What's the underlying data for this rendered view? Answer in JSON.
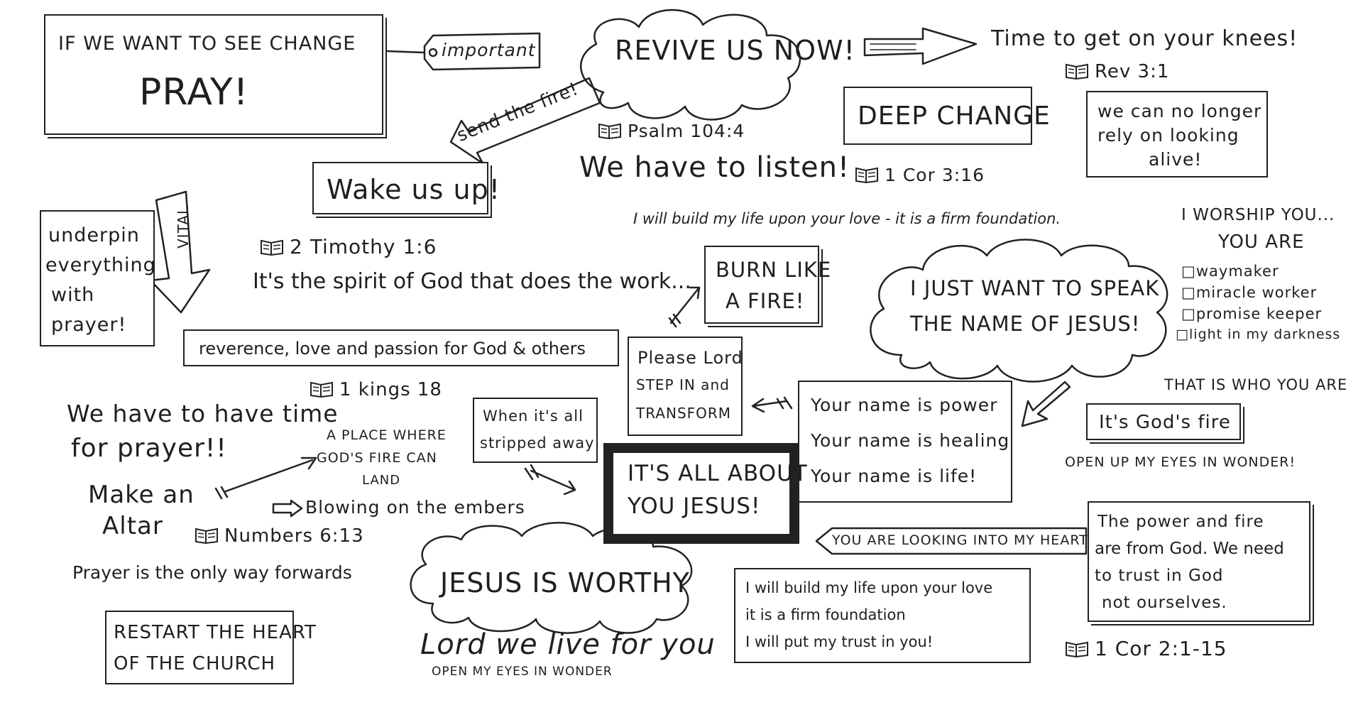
{
  "colors": {
    "ink": "#1f1f1f",
    "paper": "#ffffff"
  },
  "icons": [
    "flower-icon",
    "open-book-icon",
    "arrow-right-icon",
    "arrow-left-icon",
    "tag-icon",
    "small-arrow-icon"
  ],
  "notes": {
    "pray_line1": "IF WE WANT TO SEE CHANGE",
    "pray_line2": "PRAY!",
    "important_tag": "important",
    "revive": "REVIVE US NOW!",
    "knees": "Time to get on your knees!",
    "rev_ref": "Rev 3:1",
    "deep_change": "DEEP CHANGE",
    "no_longer": [
      "we can no longer",
      "rely on looking",
      "alive!"
    ],
    "send_fire": "send the fire!",
    "psalm_ref": "Psalm 104:4",
    "listen": "We have to listen!",
    "cor316_ref": "1 Cor 3:16",
    "wake_up": "Wake us up!",
    "build_life_top": "I will build my life upon your love - it is a firm foundation.",
    "underpin": [
      "underpin",
      "everything",
      "with",
      "prayer!"
    ],
    "vital": "VITAL",
    "timothy_ref": "2 Timothy 1:6",
    "spirit": "It's the spirit of God that does the work...",
    "burn": [
      "BURN LIKE",
      "A FIRE!"
    ],
    "worship": [
      "I WORSHIP YOU...",
      "YOU ARE"
    ],
    "worship_list": [
      "waymaker",
      "miracle worker",
      "promise keeper",
      "light in my darkness"
    ],
    "speak_name": [
      "I JUST WANT TO SPEAK",
      "THE NAME OF JESUS!"
    ],
    "reverence": "reverence, love and passion for God & others",
    "please_lord": [
      "Please Lord",
      "STEP IN and",
      "TRANSFORM"
    ],
    "kings_ref": "1 kings 18",
    "time_prayer": [
      "We have to have time",
      "for prayer!!"
    ],
    "place_fire": [
      "A PLACE WHERE",
      "GOD'S FIRE CAN",
      "LAND"
    ],
    "stripped": [
      "When it's all",
      "stripped away"
    ],
    "your_name": [
      "Your name is power",
      "Your name is healing",
      "Your name is life!"
    ],
    "who_you_are": "THAT IS WHO YOU ARE",
    "gods_fire": "It's God's fire",
    "open_eyes_right": "OPEN UP MY EYES IN WONDER!",
    "make_altar": [
      "Make an",
      "Altar"
    ],
    "all_about": [
      "IT'S ALL ABOUT",
      "YOU JESUS!"
    ],
    "embers": "Blowing on the embers",
    "numbers_ref": "Numbers 6:13",
    "only_way": "Prayer is the only way forwards",
    "looking_heart": "YOU ARE LOOKING INTO MY HEART",
    "power_fire": [
      "The power and fire",
      "are from God. We need",
      "to trust in God",
      "not ourselves."
    ],
    "jesus_worthy": "JESUS IS WORTHY",
    "build_life_box": [
      "I will build my life upon your love",
      "it is a firm foundation",
      "I will put my trust in you!"
    ],
    "restart": [
      "RESTART THE HEART",
      "OF THE CHURCH"
    ],
    "live_for_you": "Lord we live for you",
    "open_eyes_bottom": "OPEN MY EYES IN WONDER",
    "cor215_ref": "1 Cor 2:1-15"
  }
}
